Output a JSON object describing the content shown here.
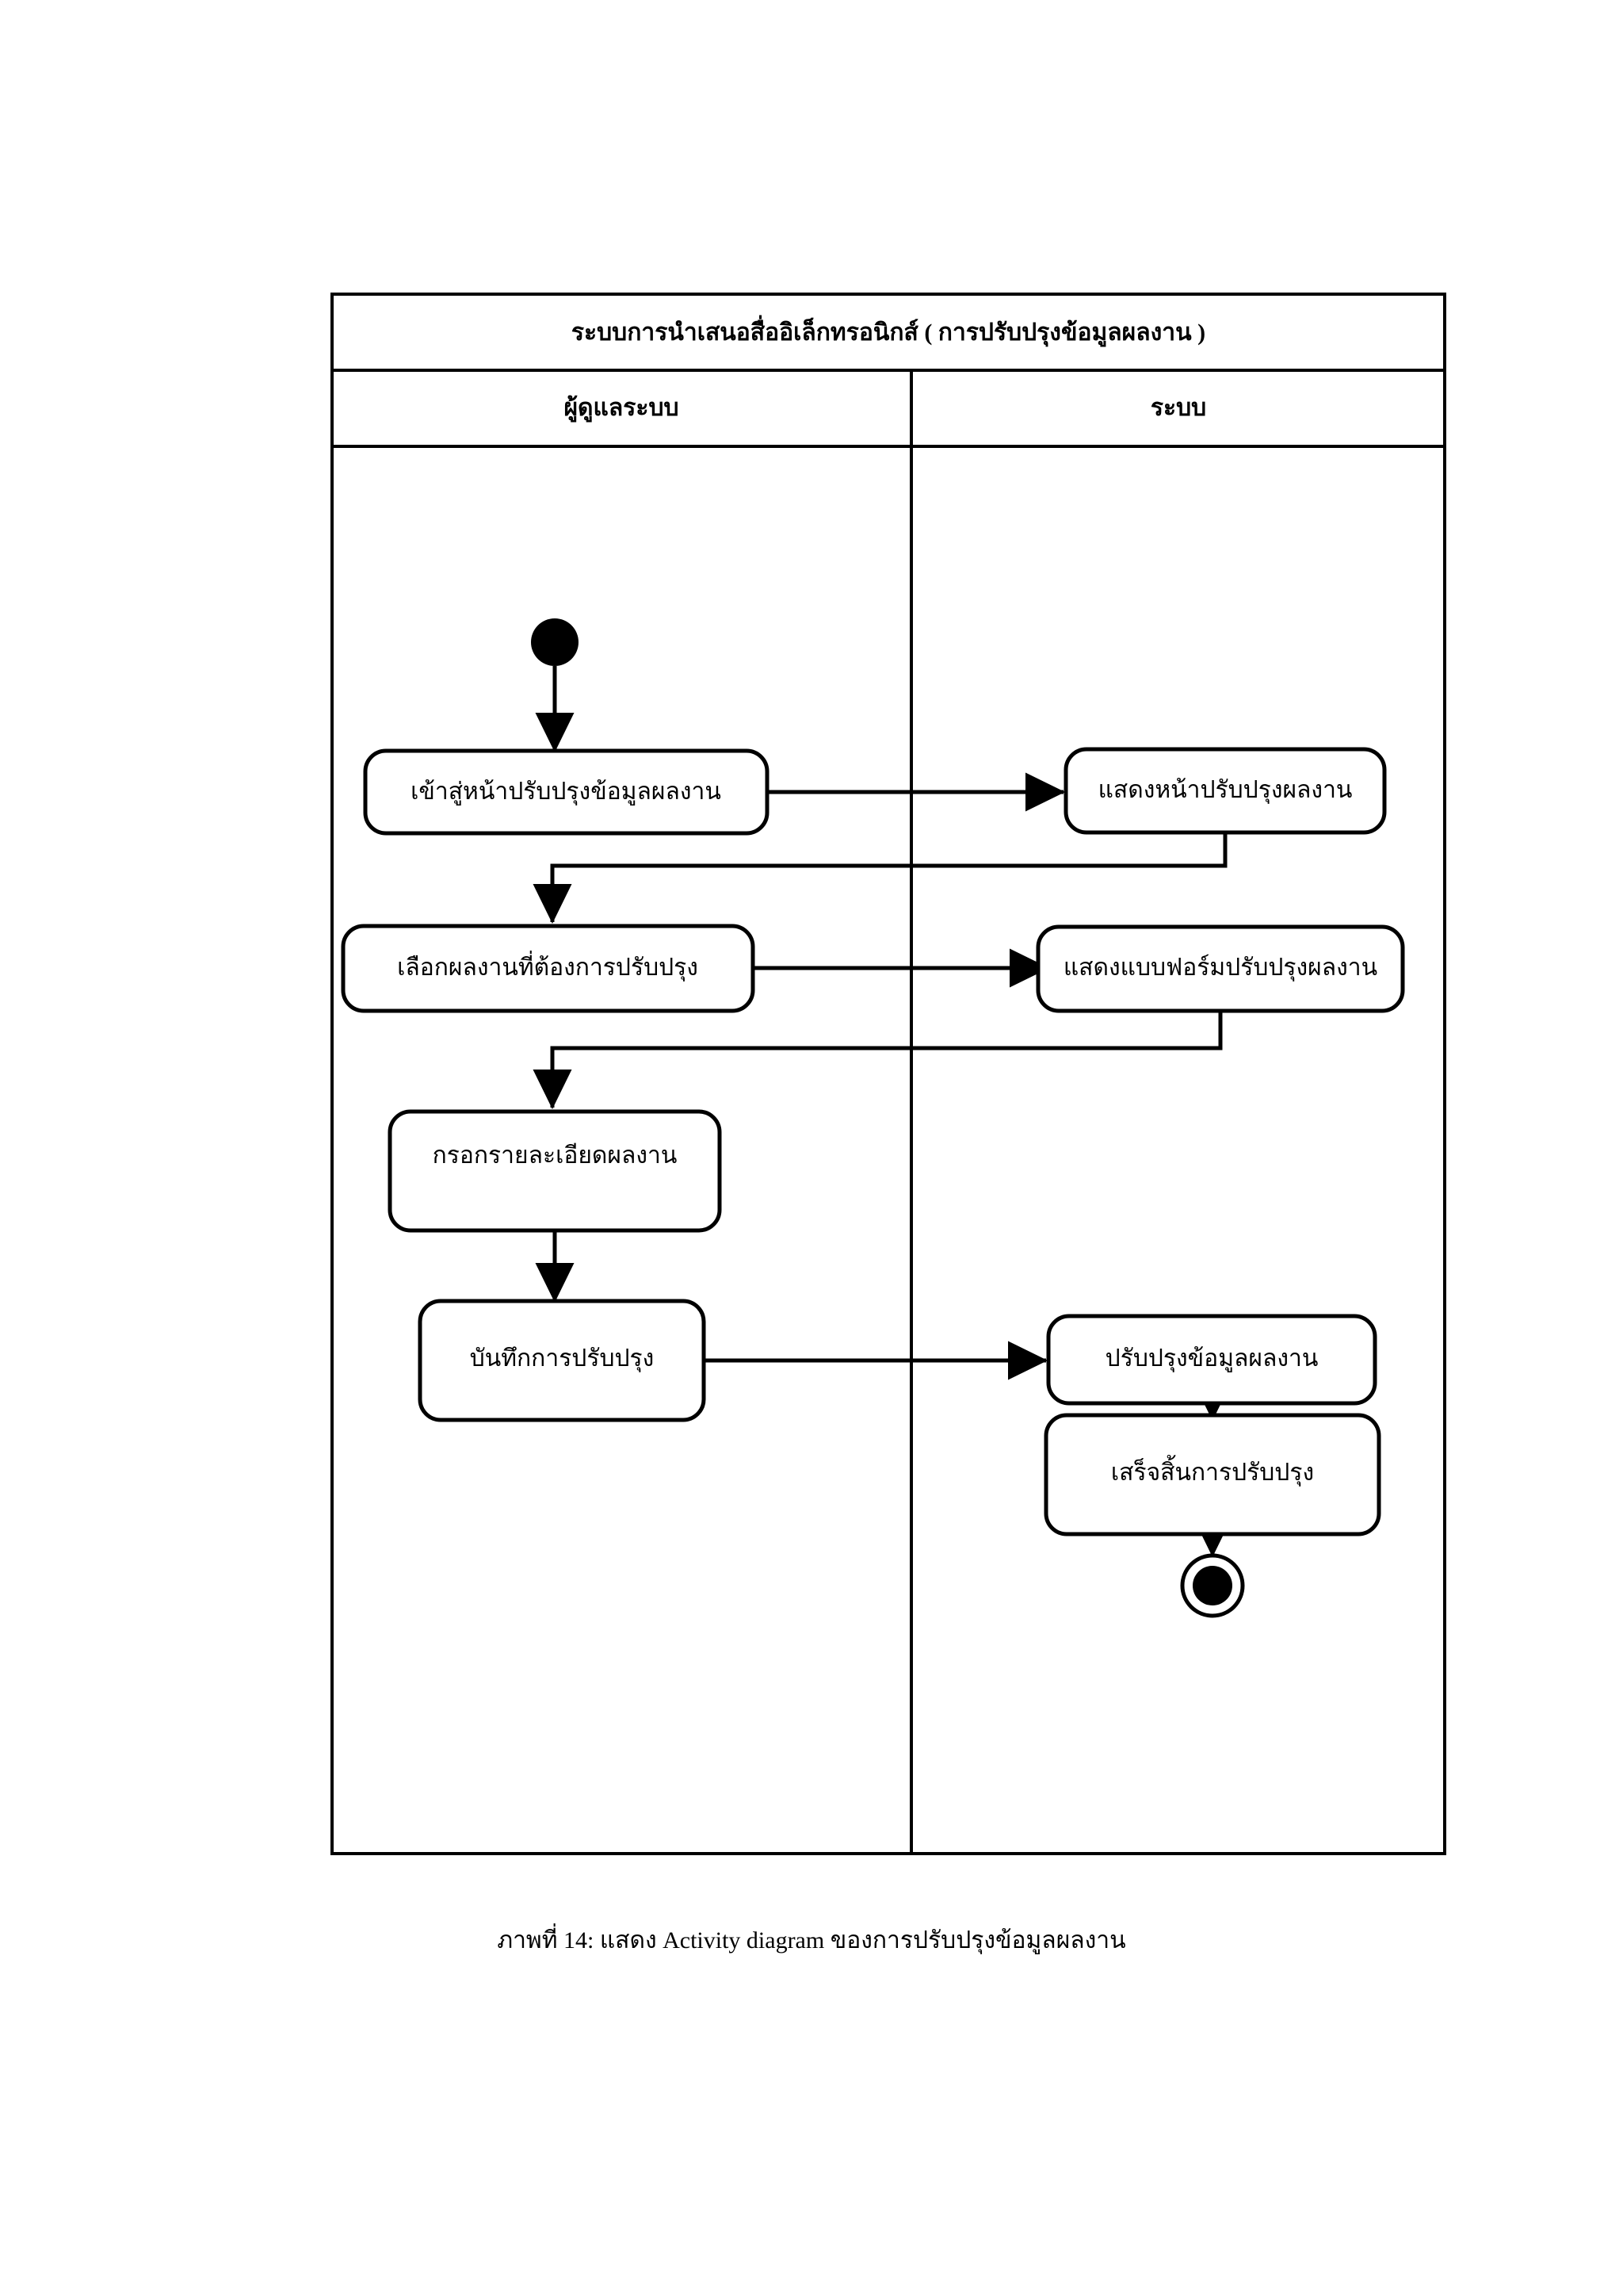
{
  "page": {
    "background_color": "#ffffff",
    "ink_color": "#000000"
  },
  "diagram": {
    "type": "uml-activity-diagram",
    "title": "ระบบการนำเสนอสื่ออิเล็กทรอนิกส์  ( การปรับปรุงข้อมูลผลงาน )",
    "swimlanes": [
      {
        "id": "actor",
        "label": "ผู้ดูแลระบบ"
      },
      {
        "id": "system",
        "label": "ระบบ"
      }
    ],
    "nodes": [
      {
        "id": "start",
        "kind": "initial-node",
        "lane": "actor",
        "label": ""
      },
      {
        "id": "a1",
        "kind": "activity",
        "lane": "actor",
        "label": "เข้าสู่หน้าปรับปรุงข้อมูลผลงาน"
      },
      {
        "id": "s1",
        "kind": "activity",
        "lane": "system",
        "label": "แสดงหน้าปรับปรุงผลงาน"
      },
      {
        "id": "a2",
        "kind": "activity",
        "lane": "actor",
        "label": "เลือกผลงานที่ต้องการปรับปรุง"
      },
      {
        "id": "s2",
        "kind": "activity",
        "lane": "system",
        "label": "แสดงแบบฟอร์มปรับปรุงผลงาน"
      },
      {
        "id": "a3",
        "kind": "activity",
        "lane": "actor",
        "label": "กรอกรายละเอียดผลงาน"
      },
      {
        "id": "a4",
        "kind": "activity",
        "lane": "actor",
        "label": "บันทึกการปรับปรุง"
      },
      {
        "id": "s3",
        "kind": "activity",
        "lane": "system",
        "label": "ปรับปรุงข้อมูลผลงาน"
      },
      {
        "id": "s4",
        "kind": "activity",
        "lane": "system",
        "label": "เสร็จสิ้นการปรับปรุง"
      },
      {
        "id": "end",
        "kind": "final-node",
        "lane": "system",
        "label": ""
      }
    ],
    "edges": [
      {
        "from": "start",
        "to": "a1",
        "style": "vertical"
      },
      {
        "from": "a1",
        "to": "s1",
        "style": "horizontal-cross-lane"
      },
      {
        "from": "s1",
        "to": "a2",
        "style": "orthogonal-return"
      },
      {
        "from": "a2",
        "to": "s2",
        "style": "horizontal-cross-lane"
      },
      {
        "from": "s2",
        "to": "a3",
        "style": "orthogonal-return"
      },
      {
        "from": "a3",
        "to": "a4",
        "style": "vertical"
      },
      {
        "from": "a4",
        "to": "s3",
        "style": "horizontal-cross-lane"
      },
      {
        "from": "s3",
        "to": "s4",
        "style": "vertical"
      },
      {
        "from": "s4",
        "to": "end",
        "style": "vertical"
      }
    ]
  },
  "caption": "ภาพที่ 14:  แสดง Activity diagram ของการปรับปรุงข้อมูลผลงาน"
}
